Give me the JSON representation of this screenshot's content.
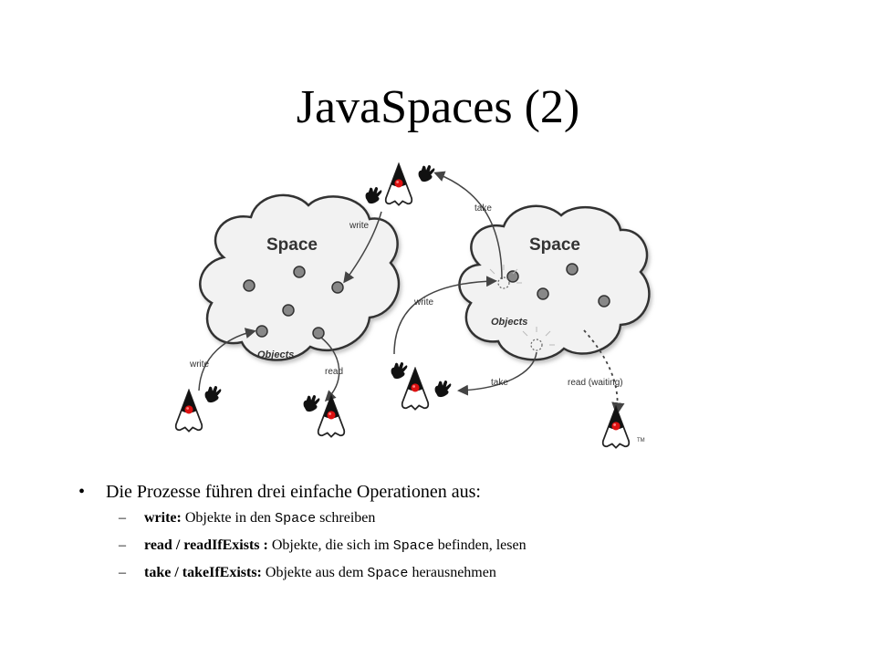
{
  "slide": {
    "title": "JavaSpaces (2)",
    "figure": {
      "space_label_left": "Space",
      "space_label_right": "Space",
      "objects_label_left": "Objects",
      "objects_label_right": "Objects",
      "arrow_labels": {
        "write_top": "write",
        "take_top": "take",
        "write_left": "write",
        "read_left": "read",
        "write_mid": "write",
        "take_mid": "take",
        "read_waiting": "read (waiting)"
      },
      "trademark": "TM"
    },
    "bullet": {
      "symbol": "•",
      "text": "Die Prozesse führen drei einfache Operationen aus:"
    },
    "subitems": [
      {
        "dash": "–",
        "op": "write:",
        "before": " Objekte in den ",
        "code": "Space",
        "after": " schreiben"
      },
      {
        "dash": "–",
        "op": "read / readIfExists :",
        "before": " Objekte, die sich im ",
        "code": "Space",
        "after": " befinden, lesen"
      },
      {
        "dash": "–",
        "op": "take / takeIfExists:",
        "before": " Objekte aus dem ",
        "code": "Space",
        "after": " herausnehmen"
      }
    ]
  }
}
